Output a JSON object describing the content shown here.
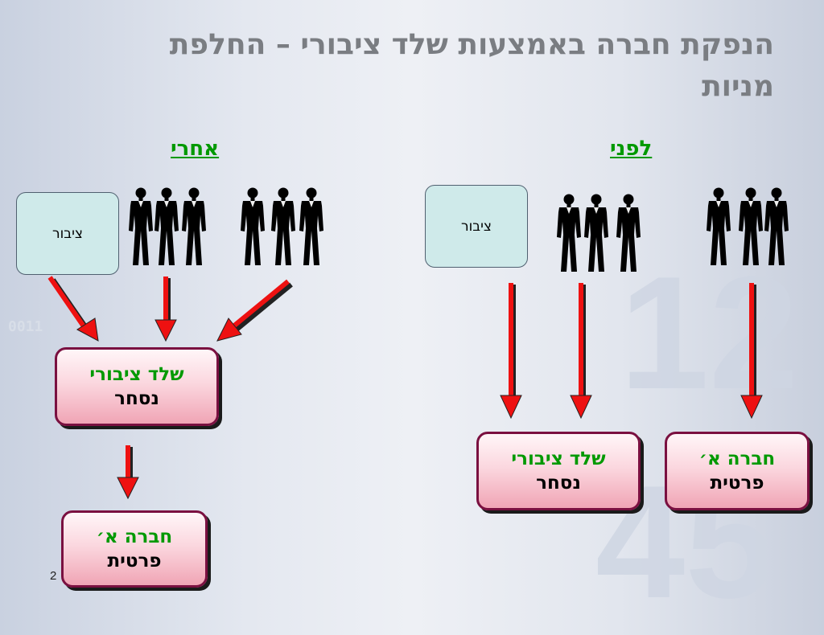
{
  "title": "הנפקת חברה באמצעות שלד ציבורי – החלפת מניות",
  "headings": {
    "after": "אחרי",
    "before": "לפני"
  },
  "public_label": "ציבור",
  "shell_box": {
    "line1": "שלד ציבורי",
    "line2": "נסחר"
  },
  "company_box": {
    "line1": "חברה א׳",
    "line2": "פרטית"
  },
  "page_number": "2",
  "colors": {
    "arrow": "#ee1111",
    "heading": "#009900",
    "box_border": "#7a1040"
  },
  "icons": [
    "person-icon",
    "arrow-down-icon",
    "arrow-diagonal-icon"
  ]
}
